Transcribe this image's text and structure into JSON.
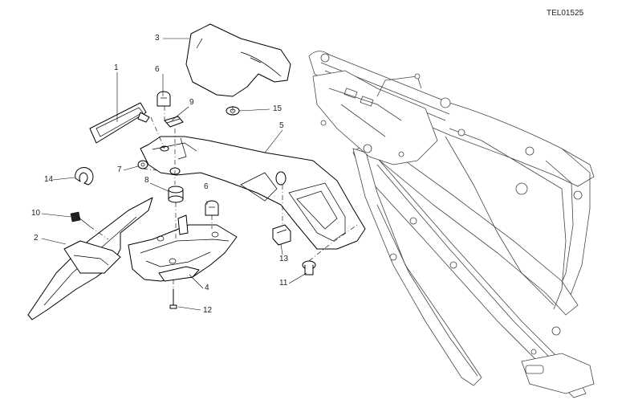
{
  "drawing_code": "TEL01525",
  "callouts": {
    "c1": "1",
    "c2": "2",
    "c3": "3",
    "c4": "4",
    "c5": "5",
    "c6a": "6",
    "c6b": "6",
    "c7": "7",
    "c8": "8",
    "c9": "9",
    "c10": "10",
    "c11": "11",
    "c12": "12",
    "c13": "13",
    "c14": "14",
    "c15": "15"
  }
}
